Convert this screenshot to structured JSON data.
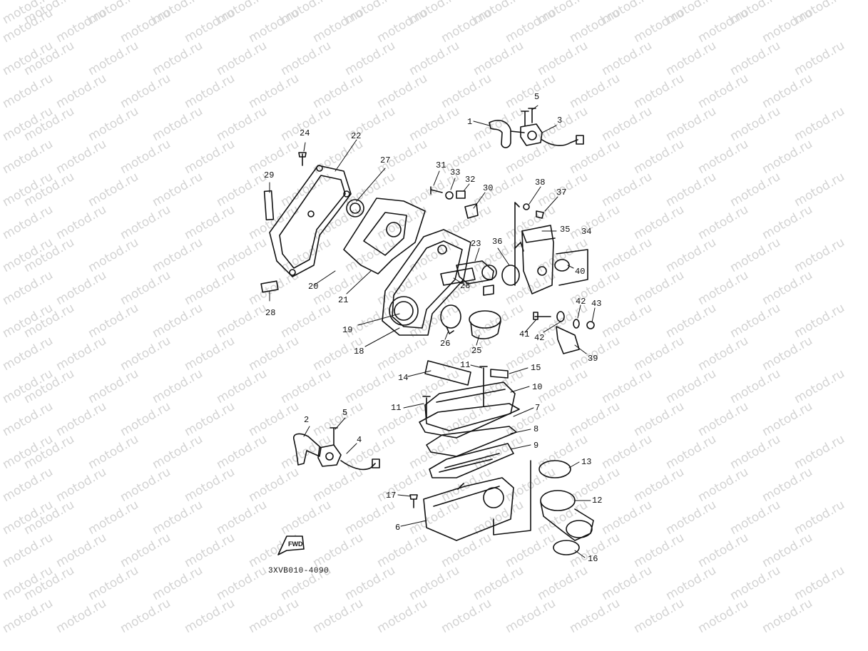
{
  "watermark": "motod.ru",
  "diagram_code": "3XVB010-4090",
  "fwd_label": "FWD",
  "callouts": [
    "1",
    "2",
    "3",
    "4",
    "5",
    "5",
    "6",
    "7",
    "8",
    "9",
    "10",
    "11",
    "11",
    "12",
    "13",
    "14",
    "15",
    "16",
    "17",
    "18",
    "19",
    "20",
    "21",
    "22",
    "23",
    "24",
    "25",
    "26",
    "27",
    "28",
    "28",
    "29",
    "30",
    "31",
    "32",
    "33",
    "34",
    "35",
    "36",
    "37",
    "38",
    "39",
    "40",
    "41",
    "42",
    "42",
    "43"
  ]
}
